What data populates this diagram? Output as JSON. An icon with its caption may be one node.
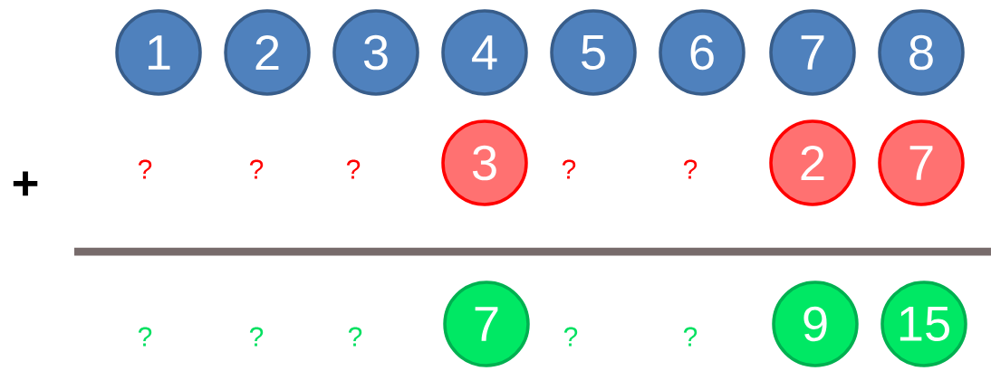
{
  "diagram": {
    "nodes": [
      {
        "text": [
          "1"
        ]
      },
      {
        "text": [
          "2"
        ]
      },
      {
        "text": [
          "3"
        ]
      },
      {
        "text": [
          "4"
        ]
      },
      {
        "text": [
          "5"
        ]
      },
      {
        "text": [
          "6"
        ]
      },
      {
        "text": [
          "7"
        ]
      },
      {
        "text": [
          "8"
        ]
      },
      {
        "text": [
          "3"
        ]
      },
      {
        "text": [
          "2"
        ]
      },
      {
        "text": [
          "7"
        ]
      },
      {
        "text": [
          "7"
        ]
      },
      {
        "text": [
          "9"
        ]
      },
      {
        "text": [
          "15"
        ]
      }
    ],
    "labels": [
      "+",
      "?",
      "?",
      "?",
      "?",
      "?",
      "?",
      "?",
      "?",
      "?",
      "?"
    ]
  }
}
